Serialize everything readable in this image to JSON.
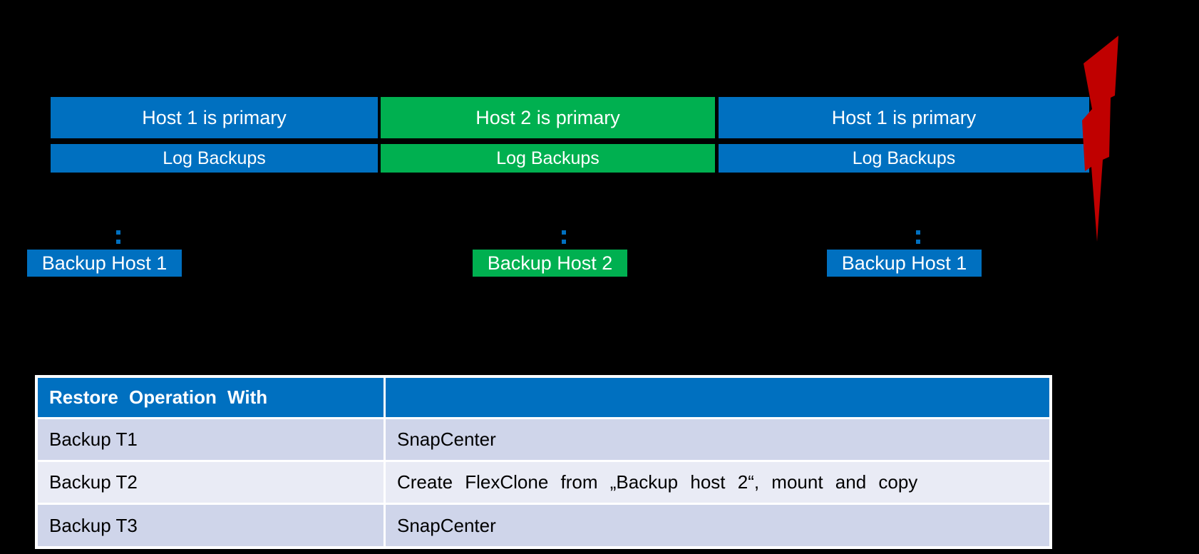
{
  "timeline": {
    "segments": [
      {
        "primary_label": "Host 1 is primary",
        "log_label": "Log Backups",
        "color": "#0070C0"
      },
      {
        "primary_label": "Host 2 is primary",
        "log_label": "Log Backups",
        "color": "#00B050"
      },
      {
        "primary_label": "Host 1 is primary",
        "log_label": "Log Backups",
        "color": "#0070C0"
      }
    ],
    "backup_hosts": [
      {
        "label": "Backup Host 1",
        "color": "#0070C0"
      },
      {
        "label": "Backup Host 2",
        "color": "#00B050"
      },
      {
        "label": "Backup Host 1",
        "color": "#0070C0"
      }
    ],
    "connector_color": "#0070C0"
  },
  "failure": {
    "icon": "lightning-bolt",
    "color": "#C00000"
  },
  "restore_table": {
    "header": {
      "col1": "Restore Operation With",
      "col2": ""
    },
    "rows": [
      {
        "operation": "Backup T1",
        "tool": "SnapCenter"
      },
      {
        "operation": "Backup T2",
        "tool": "Create FlexClone from „Backup host 2“, mount and copy"
      },
      {
        "operation": "Backup T3",
        "tool": "SnapCenter"
      }
    ],
    "header_bg": "#0070C0",
    "row_bg_odd": "#CFD5EA",
    "row_bg_even": "#E9EBF5"
  },
  "colors": {
    "background": "#000000",
    "bar_blue": "#0070C0",
    "bar_green": "#00B050",
    "bolt_red": "#C00000",
    "text_on_bars": "#FFFFFF",
    "table_text": "#000000"
  }
}
